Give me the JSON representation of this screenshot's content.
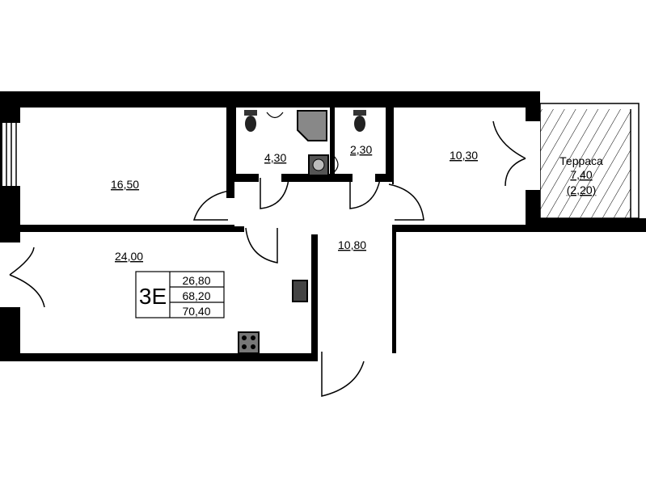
{
  "plan": {
    "rooms": [
      {
        "id": "bedroom",
        "area": "16,50"
      },
      {
        "id": "living-kitchen",
        "area": "24,00"
      },
      {
        "id": "bathroom",
        "area": "4,30"
      },
      {
        "id": "toilet",
        "area": "2,30"
      },
      {
        "id": "room",
        "area": "10,30"
      },
      {
        "id": "hallway",
        "area": "10,80"
      }
    ],
    "terrace": {
      "label": "Терраса",
      "area": "7,40",
      "reduced_area": "(2,20)"
    },
    "summary": {
      "code": "3E",
      "living_area": "26,80",
      "total_area": "68,20",
      "total_with_terrace": "70,40"
    }
  }
}
